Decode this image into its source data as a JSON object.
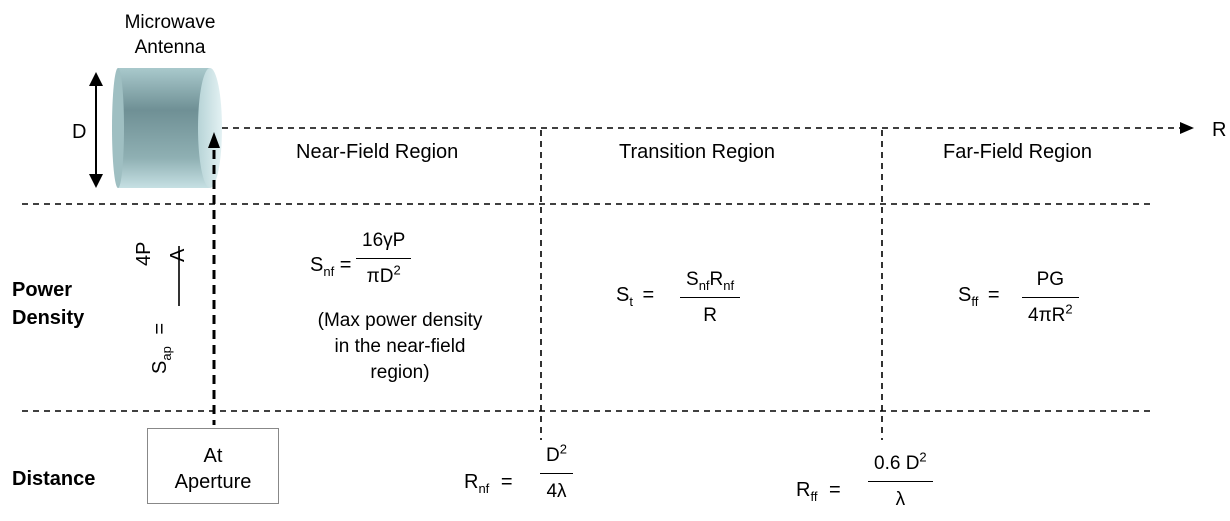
{
  "antenna": {
    "title_line1": "Microwave",
    "title_line2": "Antenna",
    "diameter_label": "D"
  },
  "axis": {
    "label": "R"
  },
  "regions": {
    "near": "Near-Field Region",
    "transition": "Transition Region",
    "far": "Far-Field Region"
  },
  "rows": {
    "power_line1": "Power",
    "power_line2": "Density",
    "distance": "Distance"
  },
  "aperture": {
    "box_line1": "At",
    "box_line2": "Aperture",
    "formula_s": "S",
    "formula_sub": "ap",
    "formula_eq": "=",
    "formula_num": "4P",
    "formula_den": "A"
  },
  "near_field": {
    "lhs": "S",
    "lhs_sub": "nf",
    "eq": "=",
    "num": "16γP",
    "den_pre": "πD",
    "den_sup": "2",
    "note_line1": "(Max power density",
    "note_line2": "in the near-field",
    "note_line3": "region)"
  },
  "transition": {
    "lhs": "S",
    "lhs_sub": "t",
    "eq": "=",
    "num_s": "S",
    "num_s_sub": "nf",
    "num_r": "R",
    "num_r_sub": "nf",
    "den": "R"
  },
  "far_field": {
    "lhs": "S",
    "lhs_sub": "ff",
    "eq": "=",
    "num": "PG",
    "den_pre": "4πR",
    "den_sup": "2"
  },
  "r_nf": {
    "lhs": "R",
    "lhs_sub": "nf",
    "eq": "=",
    "num_pre": "D",
    "num_sup": "2",
    "den": "4λ"
  },
  "r_ff": {
    "lhs": "R",
    "lhs_sub": "ff",
    "eq": "=",
    "num_pre": "0.6 D",
    "num_sup": "2",
    "den": "λ"
  }
}
